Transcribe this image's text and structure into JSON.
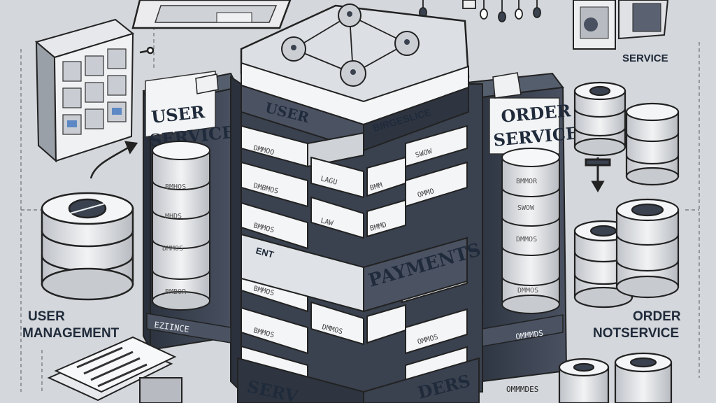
{
  "labels": {
    "user_service": [
      "USER",
      "SERVICE"
    ],
    "order_service": [
      "ORDER",
      "SERVICE"
    ],
    "service_top_right": "SERVICE",
    "user_management": [
      "USER",
      "MANAGEMENT"
    ],
    "order_notservice": [
      "ORDER",
      "NOTSERVICE"
    ],
    "payments": "PAYMENTS",
    "top_left_face": "USER",
    "top_right_face": "BIRGESLICE",
    "garbled_left": "EZIINCE",
    "garbled_br": "OMMMDES",
    "bottom_left_word": "SERV",
    "bottom_right_word": "DERS",
    "ghost_text": "ENT"
  },
  "colors": {
    "background": "#d4d7db",
    "dark_slate": "#3a4250",
    "navy_text": "#1f2a3a",
    "white_block": "#f4f5f6",
    "block_shadow": "#c9ccd1"
  }
}
